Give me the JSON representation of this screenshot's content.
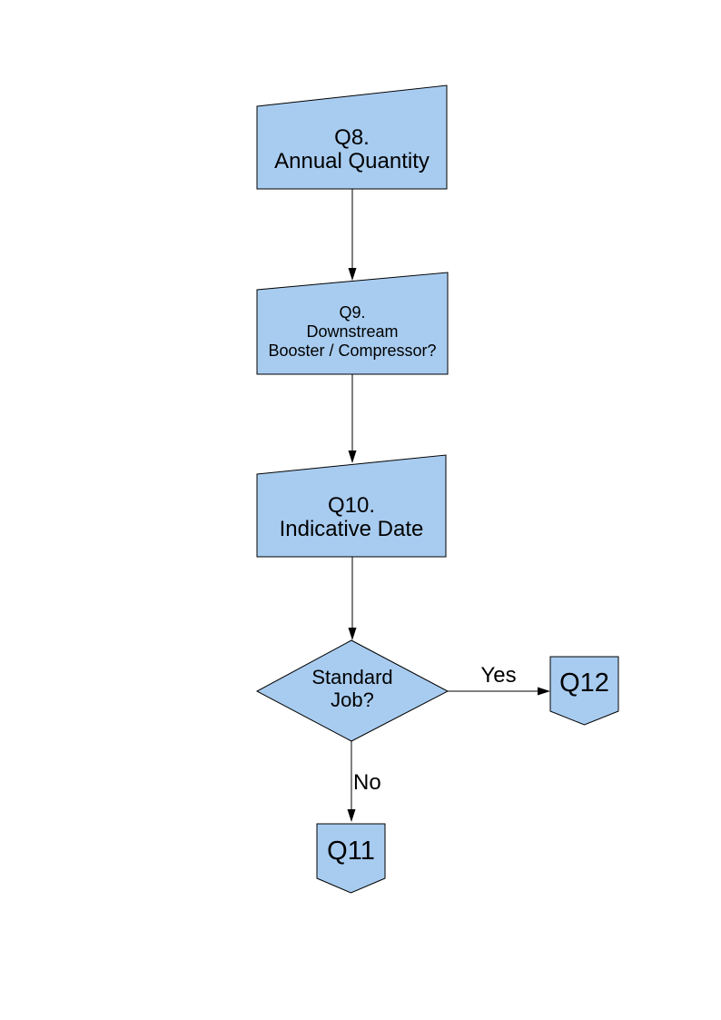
{
  "colors": {
    "node_fill": "#A8CCF0",
    "node_border": "#000000",
    "arrow": "#000000",
    "text": "#000000",
    "background": "#FFFFFF"
  },
  "nodes": {
    "q8": {
      "label": "Q8.\nAnnual Quantity"
    },
    "q9": {
      "label": "Q9.\nDownstream\nBooster / Compressor?"
    },
    "q10": {
      "label": "Q10.\nIndicative Date"
    },
    "decision": {
      "label": "Standard\nJob?"
    },
    "q12": {
      "label": "Q12"
    },
    "q11": {
      "label": "Q11"
    }
  },
  "edges": [
    {
      "from": "q8",
      "to": "q9",
      "label": ""
    },
    {
      "from": "q9",
      "to": "q10",
      "label": ""
    },
    {
      "from": "q10",
      "to": "decision",
      "label": ""
    },
    {
      "from": "decision",
      "to": "q12",
      "label": "Yes"
    },
    {
      "from": "decision",
      "to": "q11",
      "label": "No"
    }
  ]
}
